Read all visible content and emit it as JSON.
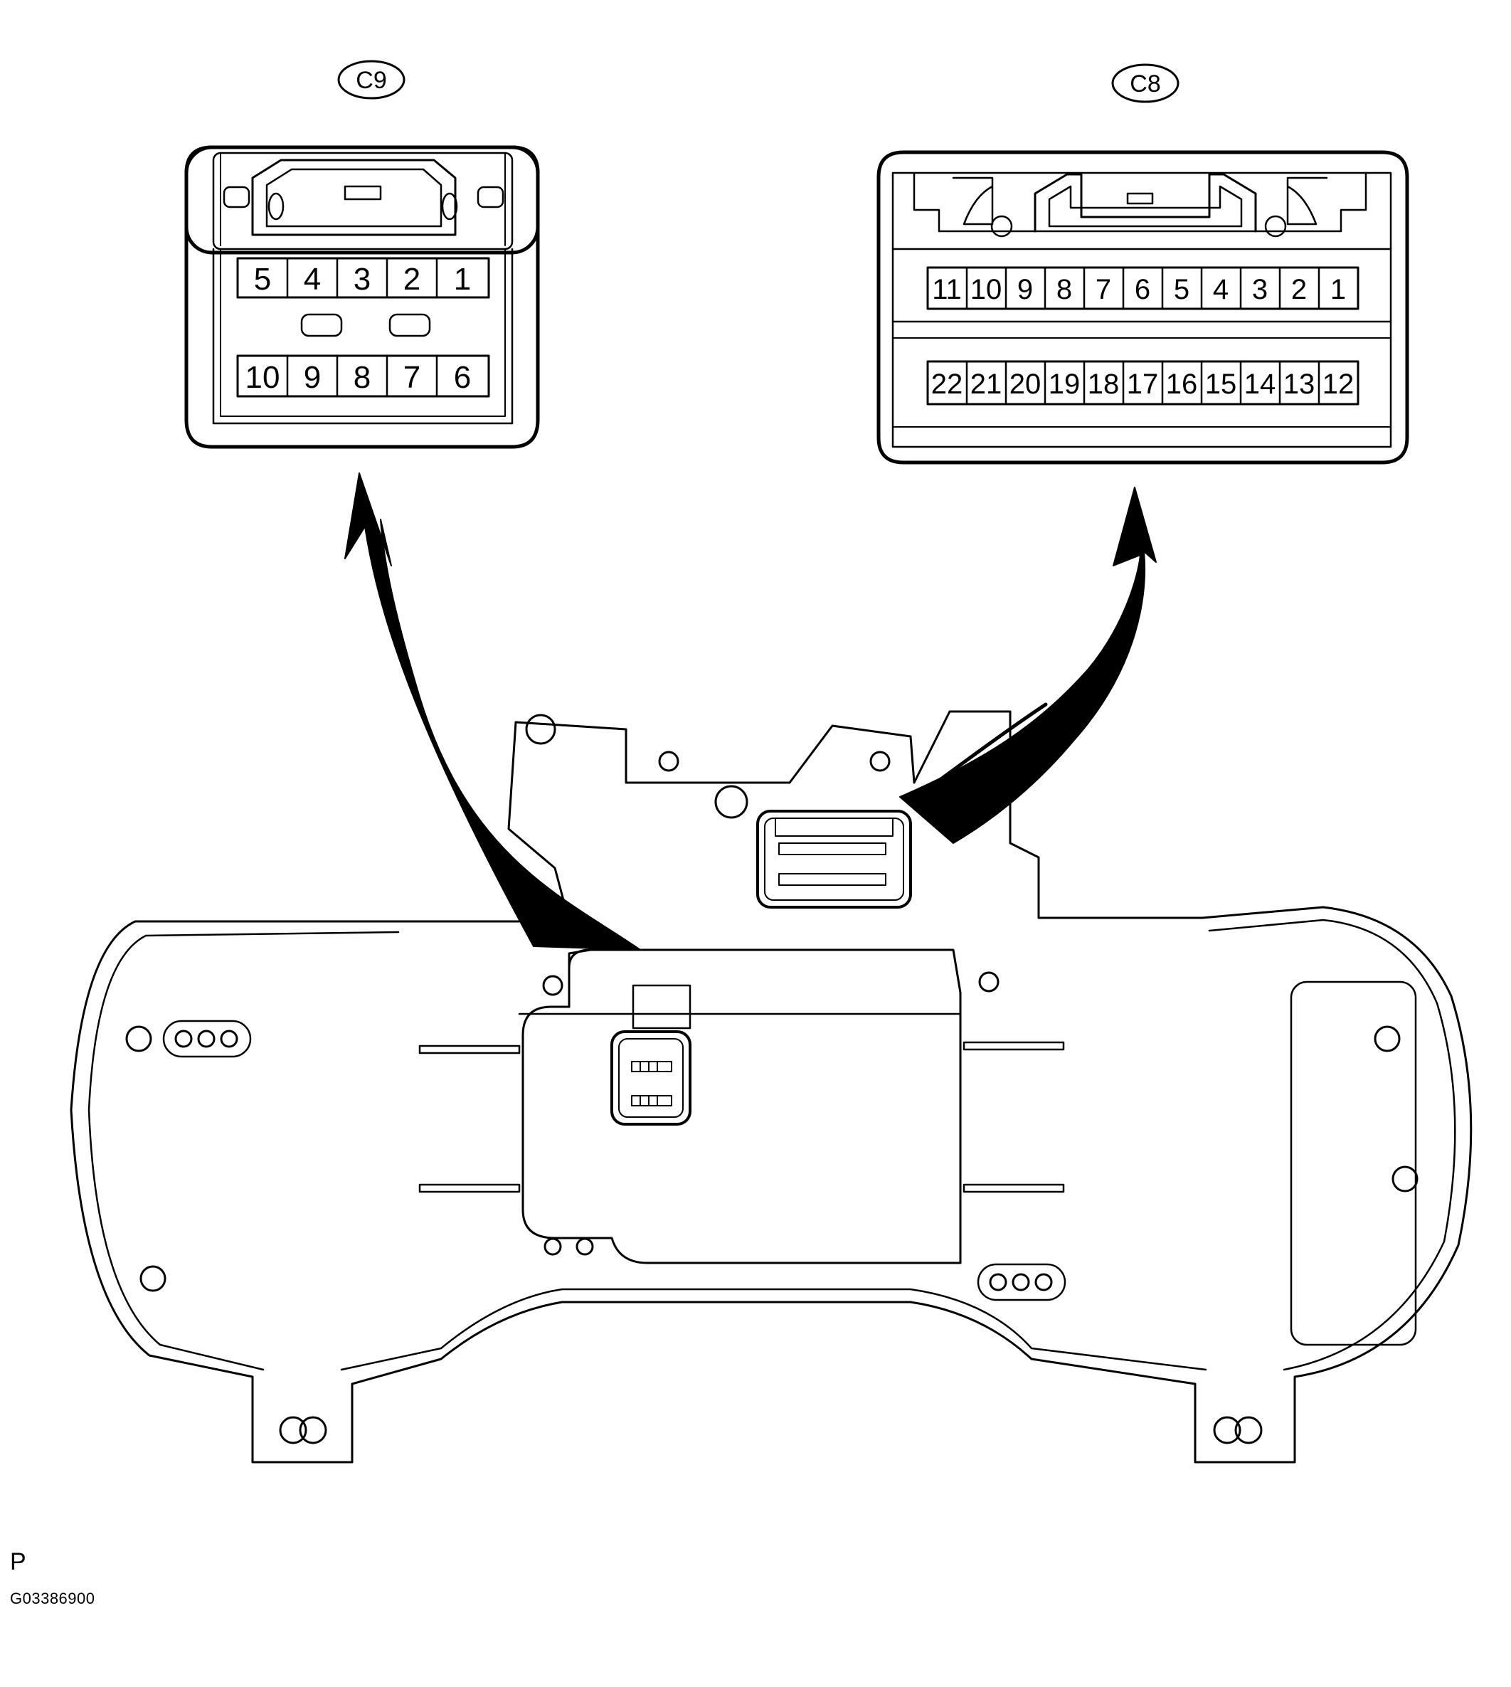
{
  "connectors": [
    {
      "id": "C9",
      "label": "C9",
      "rows": [
        [
          "5",
          "4",
          "3",
          "2",
          "1"
        ],
        [
          "10",
          "9",
          "8",
          "7",
          "6"
        ]
      ]
    },
    {
      "id": "C8",
      "label": "C8",
      "rows": [
        [
          "11",
          "10",
          "9",
          "8",
          "7",
          "6",
          "5",
          "4",
          "3",
          "2",
          "1"
        ],
        [
          "22",
          "21",
          "20",
          "19",
          "18",
          "17",
          "16",
          "15",
          "14",
          "13",
          "12"
        ]
      ]
    }
  ],
  "footer": {
    "letter": "P",
    "code": "G03386900"
  }
}
